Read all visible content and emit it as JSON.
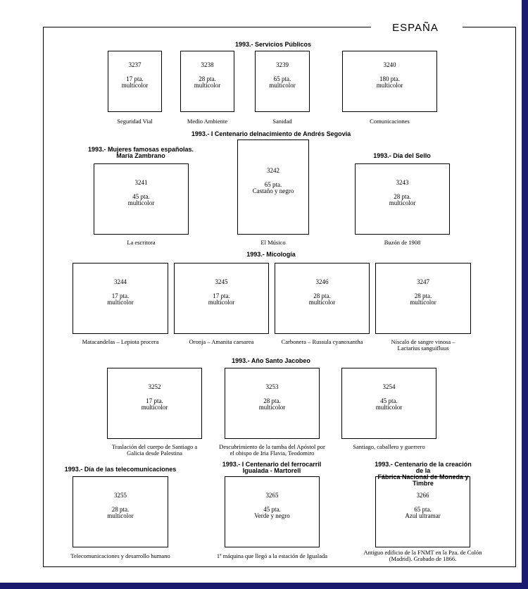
{
  "country": "ESPAÑA",
  "sections": [
    "1993.- Servicios Públicos",
    "1993.- I Centenario delnacimiento de Andrés Segovia",
    "1993.- Mujeres famosas españolas.\nMaría Zambrano",
    "1993.- Día del Sello",
    "1993.- Micología",
    "1993.- Año Santo Jacobeo",
    "1993.- Día de las telecomunicaciones",
    "1993.- I Centenario del ferrocarril\nIgualada - Martorell",
    "1993.- Centenario de la creación de la\nFábrica Nacional de Moneda y Timbre"
  ],
  "stamps": [
    {
      "num": "3237",
      "value": "17 pta.",
      "color": "multicolor",
      "caption": "Seguridad Vial"
    },
    {
      "num": "3238",
      "value": "28 pta.",
      "color": "multicolor",
      "caption": "Medio Ambiente"
    },
    {
      "num": "3239",
      "value": "65 pta.",
      "color": "multicolor",
      "caption": "Sanidad"
    },
    {
      "num": "3240",
      "value": "180 pta.",
      "color": "multicolor",
      "caption": "Comunicaciones"
    },
    {
      "num": "3241",
      "value": "45 pta.",
      "color": "multicolor",
      "caption": "La escritora"
    },
    {
      "num": "3242",
      "value": "65 pta.",
      "color": "Castaño y negro",
      "caption": "El Músico"
    },
    {
      "num": "3243",
      "value": "28 pta.",
      "color": "multicolor",
      "caption": "Buzón de 1908"
    },
    {
      "num": "3244",
      "value": "17 pta.",
      "color": "multicolor",
      "caption": "Matacandelas – Lepiota procera"
    },
    {
      "num": "3245",
      "value": "17 pta.",
      "color": "multicolor",
      "caption": "Oronja – Amanita caesarea"
    },
    {
      "num": "3246",
      "value": "28 pta.",
      "color": "multicolor",
      "caption": "Carbonera – Russula cyanoxantha"
    },
    {
      "num": "3247",
      "value": "28 pta.",
      "color": "multicolor",
      "caption": "Níscalo de sangre vinosa –\nLactarius sanguifluus"
    },
    {
      "num": "3252",
      "value": "17 pta.",
      "color": "multicolor",
      "caption": "Traslación del cuerpo de Santiago a\nGalicia desde Palestina"
    },
    {
      "num": "3253",
      "value": "28 pta.",
      "color": "multicolor",
      "caption": "Descubrimiento de la tumba del Apóstol por\nel obispo de Iria Flavia, Teodomiro"
    },
    {
      "num": "3254",
      "value": "45 pta.",
      "color": "multicolor",
      "caption": "Santiago, caballero y guerrero"
    },
    {
      "num": "3255",
      "value": "28 pta.",
      "color": "multicolor",
      "caption": "Telecomunicaciones y desarrollo humano"
    },
    {
      "num": "3265",
      "value": "45 pta.",
      "color": "Verde y negro",
      "caption": "1ª máquina que llegó a la estación de Igualada"
    },
    {
      "num": "3266",
      "value": "65 pta.",
      "color": "Azul ultramar",
      "caption": "Antiguo edificio de la FNMT en la Pza. de Colón\n(Madrid).  Grabado de 1866."
    }
  ]
}
